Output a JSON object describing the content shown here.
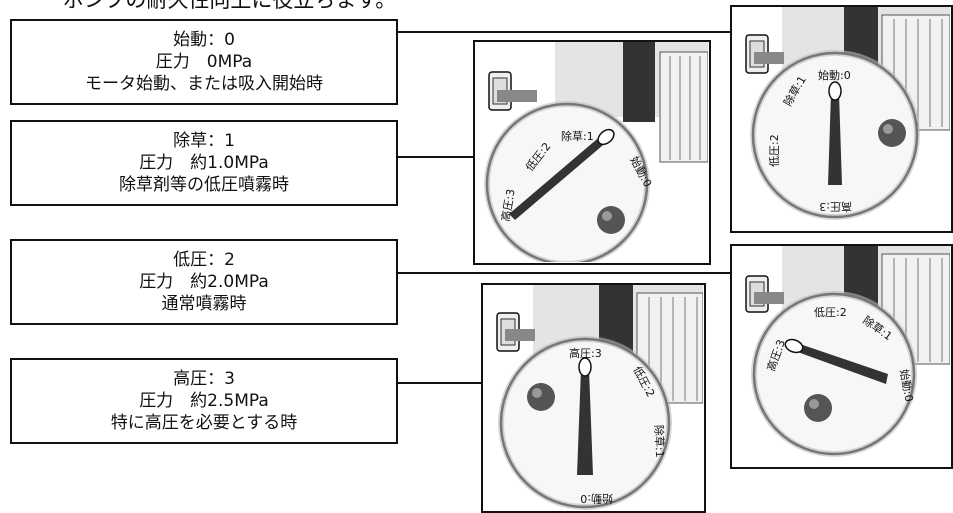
{
  "heading": "ポンプの耐久性向上に役立ちます。",
  "modes": [
    {
      "title": "始動：0",
      "pressure": "圧力　0MPa",
      "use": "モータ始動、または吸入開始時"
    },
    {
      "title": "除草：1",
      "pressure": "圧力　約1.0MPa",
      "use": "除草剤等の低圧噴霧時"
    },
    {
      "title": "低圧：2",
      "pressure": "圧力　約2.0MPa",
      "use": "通常噴霧時"
    },
    {
      "title": "高圧：3",
      "pressure": "圧力　約2.5MPa",
      "use": "特に高圧を必要とする時"
    }
  ],
  "dial_labels": {
    "start": "始動:0",
    "weed": "除草:1",
    "low": "低圧:2",
    "high": "高圧:3"
  }
}
